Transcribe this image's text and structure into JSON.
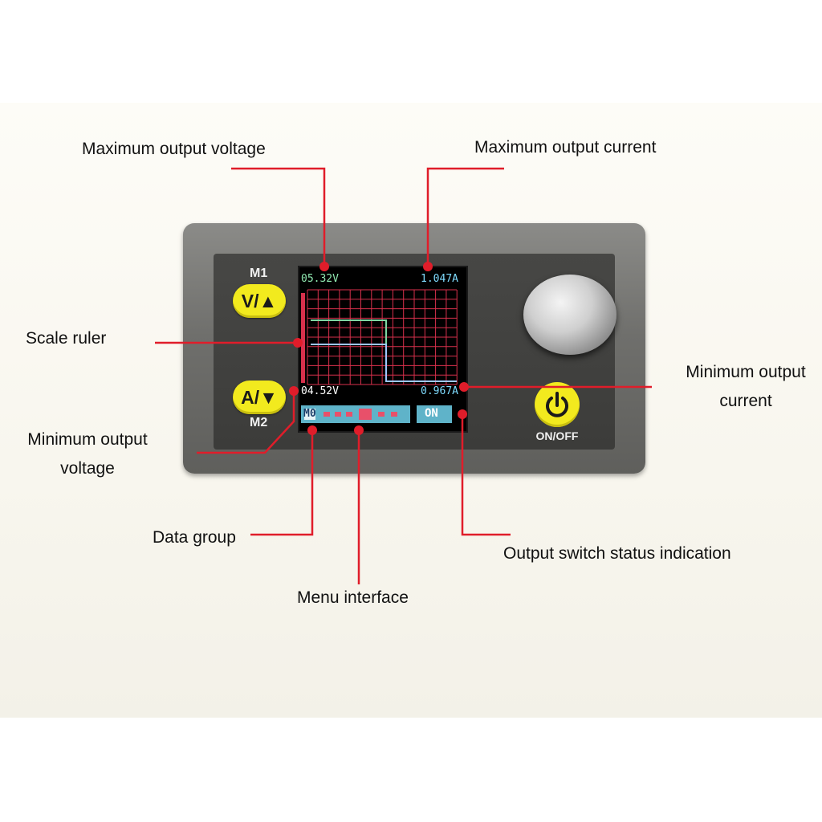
{
  "labels": {
    "max_voltage": "Maximum output voltage",
    "max_current": "Maximum output current",
    "scale_ruler": "Scale ruler",
    "min_current_line1": "Minimum output",
    "min_current_line2": "current",
    "min_voltage_line1": "Minimum output",
    "min_voltage_line2": "voltage",
    "data_group": "Data group",
    "output_switch": "Output switch status indication",
    "menu_interface": "Menu interface"
  },
  "device": {
    "button_up": {
      "top_label": "M1",
      "text": "V/▲"
    },
    "button_down": {
      "text": "A/▼",
      "bottom_label": "M2"
    },
    "power_label": "ON/OFF",
    "screen": {
      "max_voltage": "05.32V",
      "max_current": "1.047A",
      "min_voltage": "04.52V",
      "min_current": "0.967A",
      "data_group": "M0",
      "status": "ON"
    }
  },
  "colors": {
    "annotation_line": "#e01d2a",
    "grid": "#d8304c",
    "voltage_trace": "#7fd6a2",
    "current_trace": "#9ec8ff",
    "button_yellow": "#f2ea1e",
    "screen_text_cyan": "#7fdcff",
    "screen_text_green": "#8fe8b0"
  }
}
